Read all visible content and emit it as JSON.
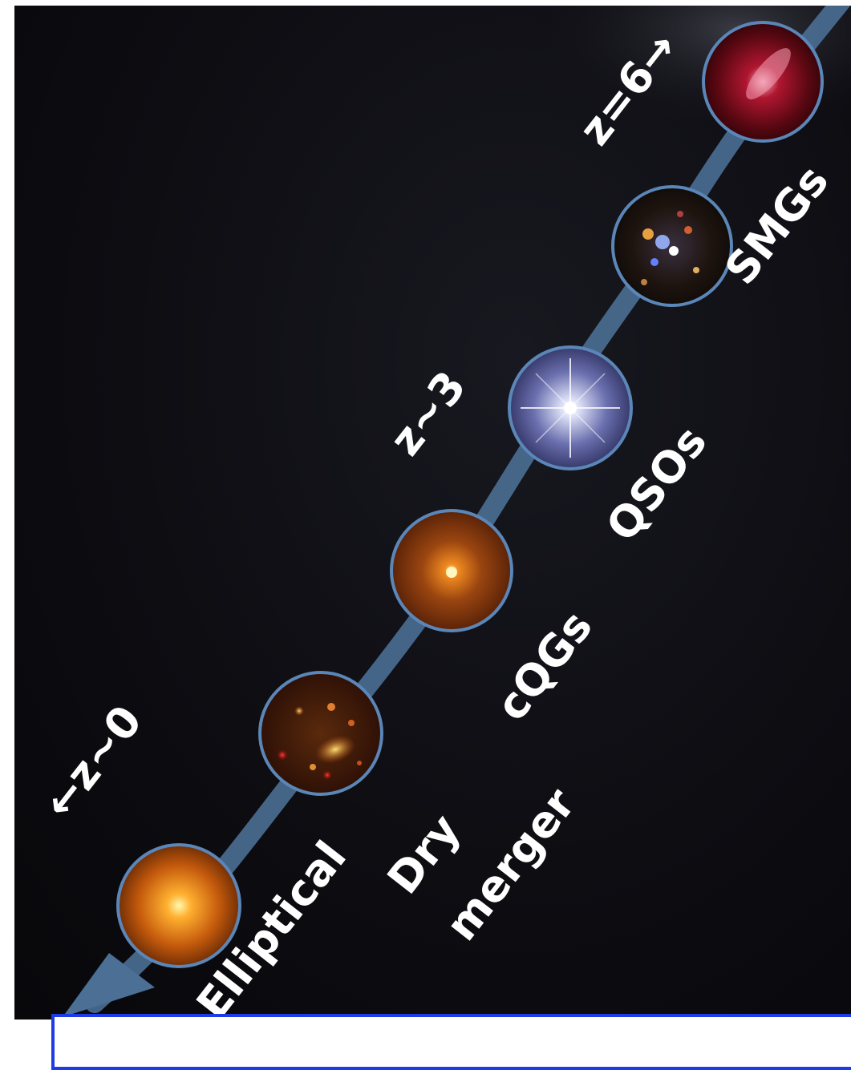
{
  "labels": {
    "z6": "z=6→",
    "smgs": "SMGs",
    "z3": "z~3",
    "qsos": "QSOs",
    "cqgs": "cQGs",
    "z0": "←z~0",
    "dry": "Dry",
    "merger": "merger",
    "elliptical": "Elliptical"
  },
  "footer": {
    "text": ""
  },
  "colors": {
    "background": "#0b0b0f",
    "arrow": "#4b6f95",
    "ring": "#5b86b8",
    "text": "#ffffff",
    "footer_border": "#1f3be8"
  }
}
